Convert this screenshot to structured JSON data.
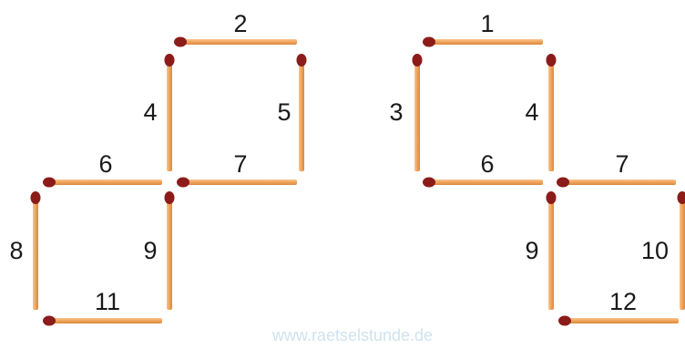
{
  "puzzle": {
    "left_figure": {
      "matches": [
        {
          "label": "2"
        },
        {
          "label": "4"
        },
        {
          "label": "5"
        },
        {
          "label": "6"
        },
        {
          "label": "7"
        },
        {
          "label": "8"
        },
        {
          "label": "9"
        },
        {
          "label": "11"
        }
      ]
    },
    "right_figure": {
      "matches": [
        {
          "label": "1"
        },
        {
          "label": "3"
        },
        {
          "label": "4"
        },
        {
          "label": "6"
        },
        {
          "label": "7"
        },
        {
          "label": "9"
        },
        {
          "label": "10"
        },
        {
          "label": "12"
        }
      ]
    },
    "watermark": "www.raetselstunde.de"
  },
  "colors": {
    "match_stick": "#f0a35a",
    "match_stick_light": "#f7c28a",
    "match_stick_edge": "#d9893f",
    "match_head": "#8b1c1a",
    "label": "#1a1a1a",
    "watermark": "#cfe3ee"
  }
}
